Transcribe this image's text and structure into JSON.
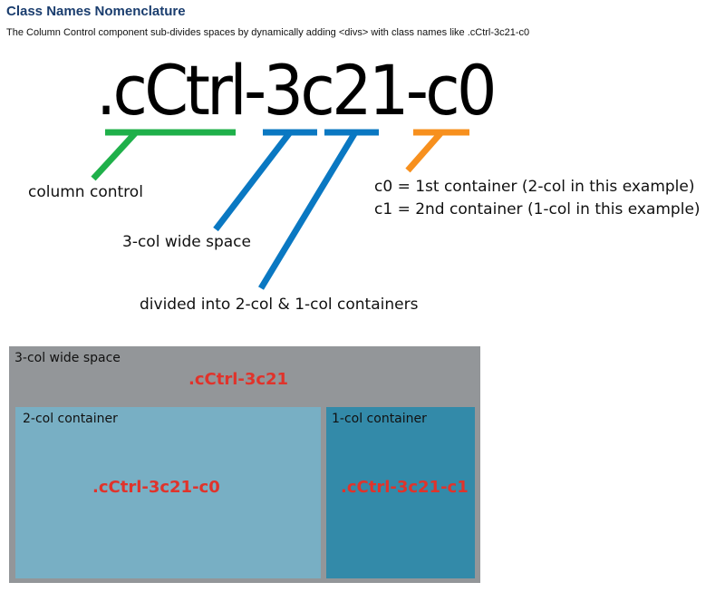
{
  "title": "Class Names Nomenclature",
  "description": "The Column Control component sub-divides spaces by dynamically adding <divs> with class names like .cCtrl-3c21-c0",
  "big_class": ".cCtrl-3c21-c0",
  "labels": {
    "column_control": "column control",
    "three_col": "3-col wide space",
    "divided": "divided into 2-col & 1-col containers",
    "c0": "c0 = 1st container (2-col in this example)",
    "c1": "c1 = 2nd container (1-col in this example)"
  },
  "box": {
    "outer_label": "3-col wide space",
    "outer_class": ".cCtrl-3c21",
    "c0_label": "2-col container",
    "c0_class": ".cCtrl-3c21-c0",
    "c1_label": "1-col container",
    "c1_class": ".cCtrl-3c21-c1"
  },
  "colors": {
    "green": "#1fb04a",
    "blue": "#0a78c2",
    "orange": "#f7901e",
    "red": "#e0332b",
    "grey": "#939699",
    "light": "#78afc4",
    "dark": "#338aa9"
  }
}
